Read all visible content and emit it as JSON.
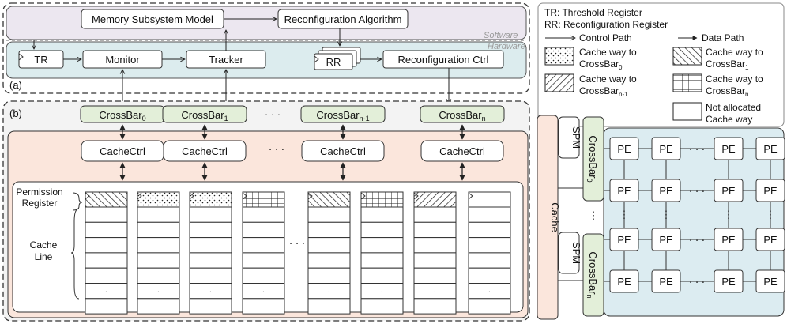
{
  "part_a": {
    "tag": "(a)",
    "software_label": "Software",
    "hardware_label": "Hardware",
    "memory_model": "Memory Subsystem Model",
    "reconfig_algorithm": "Reconfiguration Algorithm",
    "tr": "TR",
    "monitor": "Monitor",
    "tracker": "Tracker",
    "rr": "RR",
    "reconfig_ctrl": "Reconfiguration Ctrl"
  },
  "legend": {
    "line1": "TR: Threshold Register",
    "line2": "RR: Reconfiguration Register",
    "control_path": "Control Path",
    "data_path": "Data Path",
    "way0": [
      "Cache way to",
      "CrossBar",
      "0"
    ],
    "way1": [
      "Cache way to",
      "CrossBar",
      "1"
    ],
    "wayn1": [
      "Cache way to",
      "CrossBar",
      "n-1"
    ],
    "wayn": [
      "Cache way to",
      "CrossBar",
      "n"
    ],
    "free": [
      "Not allocated",
      "Cache way"
    ]
  },
  "part_b": {
    "tag": "(b)",
    "crossbars": [
      {
        "base": "CrossBar",
        "sub": "0"
      },
      {
        "base": "CrossBar",
        "sub": "1"
      },
      {
        "base": "CrossBar",
        "sub": "n-1"
      },
      {
        "base": "CrossBar",
        "sub": "n"
      }
    ],
    "cachectrl": "CacheCtrl",
    "dots": "· · ·",
    "permission_register": [
      "Permission",
      "Register"
    ],
    "cache_line": [
      "Cache",
      "Line"
    ],
    "cache": "Cache",
    "spm": "SPM",
    "pe": "PE",
    "pe_crossbar_top": {
      "base": "CrossBar",
      "sub": "0"
    },
    "pe_crossbar_bottom": {
      "base": "CrossBar",
      "sub": "n"
    }
  },
  "colors": {
    "panel_a_top": "#ece7f0",
    "panel_a_bottom": "#dcecee",
    "crossbar_green": "#e3efd9",
    "cache_orange": "#fbe6dc",
    "pe_blue": "#dcecf1",
    "software_gray": "#9a9a9a"
  }
}
